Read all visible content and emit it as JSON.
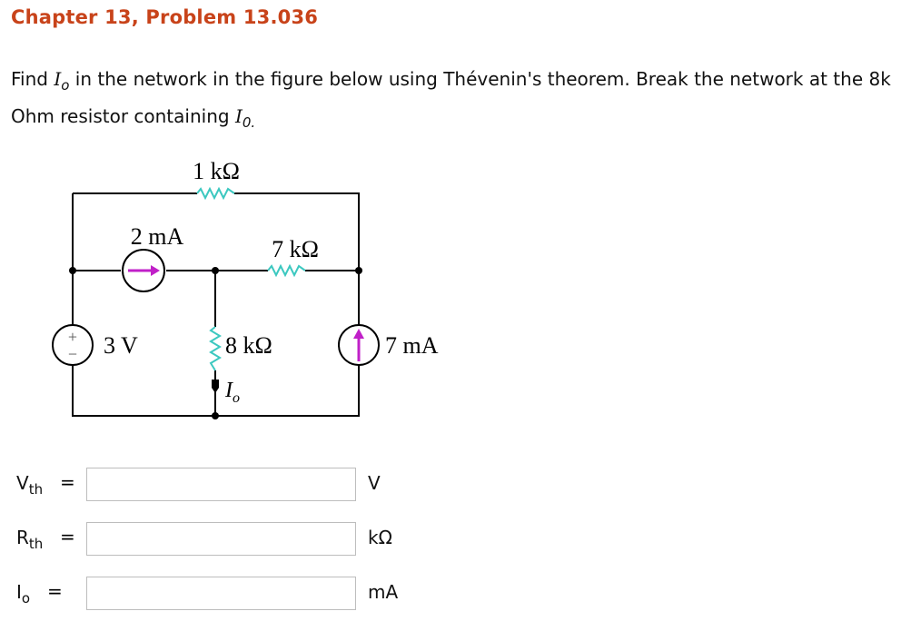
{
  "title": "Chapter 13, Problem 13.036",
  "problem": {
    "part1": "Find ",
    "var1_main": "I",
    "var1_sub": "o",
    "part2": " in the network in the figure below using Thévenin's theorem. Break the network at the 8k Ohm resistor containing ",
    "var2_main": "I",
    "var2_sub": "0.",
    "part3": ""
  },
  "circuit": {
    "r1_label": "1 kΩ",
    "r7_label": "7 kΩ",
    "r8_label": "8 kΩ",
    "cs2_label": "2 mA",
    "vs_label": "3 V",
    "cs7_label": "7 mA",
    "io_label": "I",
    "io_sub": "o",
    "vs_plus": "+",
    "vs_minus": "−",
    "wire_color": "#000000",
    "resistor_color": "#3cc8c0",
    "arrow_color": "#c020c8"
  },
  "answers": [
    {
      "label_main": "V",
      "label_sub": "th",
      "equals": "=",
      "value": "",
      "unit": "V"
    },
    {
      "label_main": "R",
      "label_sub": "th",
      "equals": "=",
      "value": "",
      "unit": "kΩ"
    },
    {
      "label_main": "I",
      "label_sub": "o",
      "equals": "=",
      "value": "",
      "unit": "mA"
    }
  ]
}
